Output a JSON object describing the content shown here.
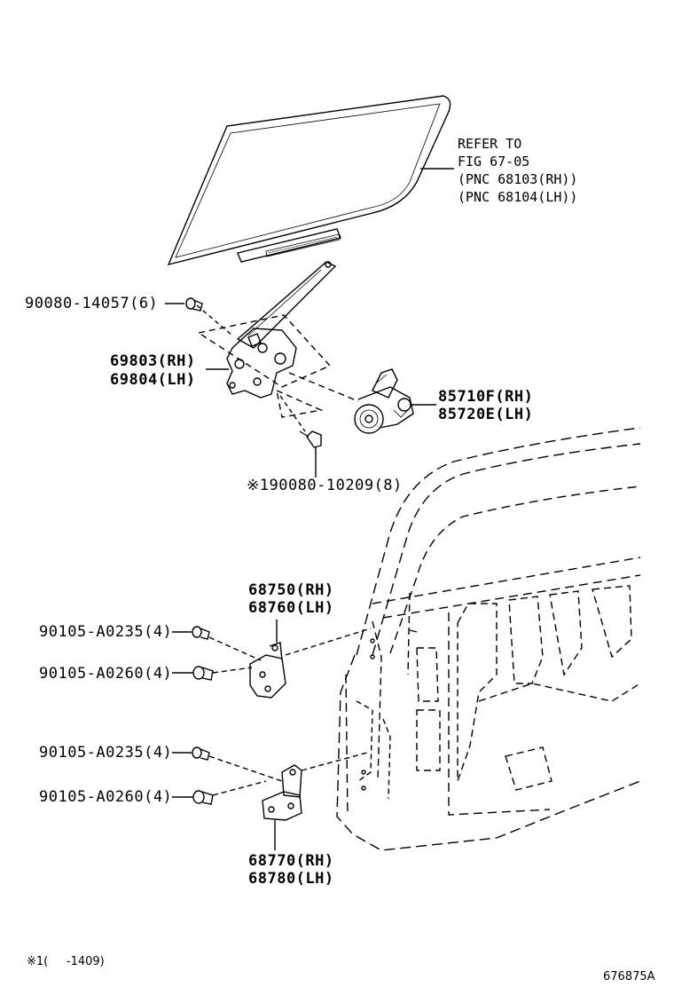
{
  "refer": {
    "line1": "REFER TO",
    "line2": "FIG 67-05",
    "line3": "(PNC 68103(RH))",
    "line4": "(PNC 68104(LH))"
  },
  "parts": {
    "bolt_regulator": "90080-14057(6)",
    "regulator_rh": "69803(RH)",
    "regulator_lh": "69804(LH)",
    "motor_rh": "85710F(RH)",
    "motor_lh": "85720E(LH)",
    "bolt_motor": "※190080-10209(8)",
    "hinge_upper_rh": "68750(RH)",
    "hinge_upper_lh": "68760(LH)",
    "bolt_upper_a": "90105-A0235(4)",
    "bolt_upper_b": "90105-A0260(4)",
    "bolt_lower_a": "90105-A0235(4)",
    "bolt_lower_b": "90105-A0260(4)",
    "hinge_lower_rh": "68770(RH)",
    "hinge_lower_lh": "68780(LH)"
  },
  "footer": {
    "note": "※1(     -1409)",
    "code": "676875A"
  }
}
